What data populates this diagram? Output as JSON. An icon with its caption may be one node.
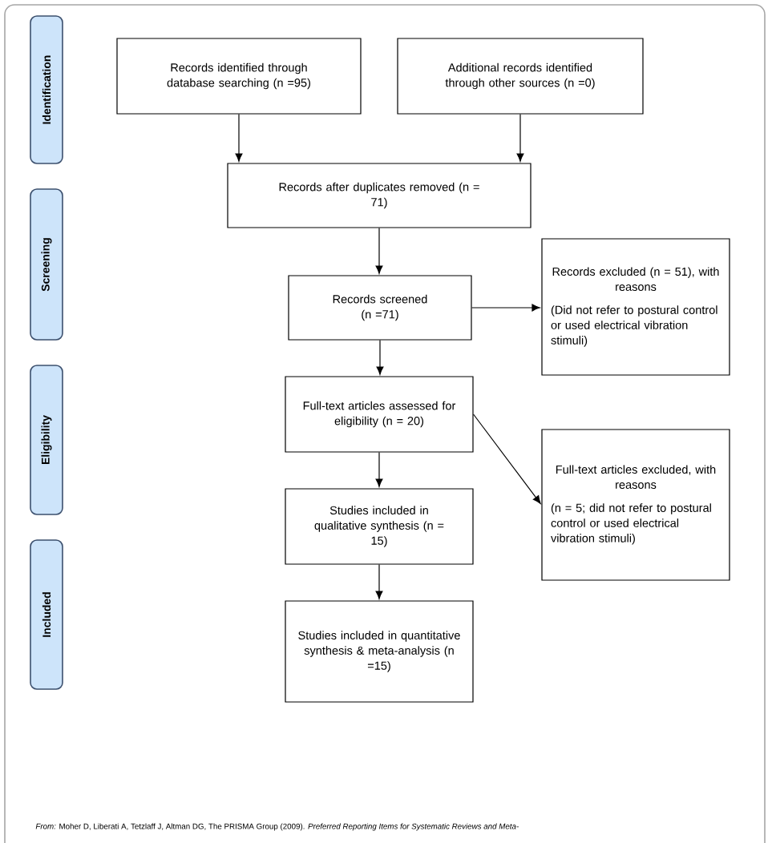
{
  "diagram": {
    "nodes": [
      {
        "text": [
          "Identification"
        ]
      },
      {
        "text": [
          "Screening"
        ]
      },
      {
        "text": [
          "Eligibility"
        ]
      },
      {
        "text": [
          "Included"
        ]
      },
      {
        "text": [
          "Records identified through database searching (n =95)"
        ]
      },
      {
        "text": [
          "Additional records identified through other sources (n =0)"
        ]
      },
      {
        "text": [
          "Records after duplicates removed (n = 71)"
        ]
      },
      {
        "text": [
          "Records screened (n =71)"
        ]
      },
      {
        "text": [
          "Records excluded (n = 51), with reasons",
          "(Did not refer to postural control or used electrical vibration stimuli)"
        ]
      },
      {
        "text": [
          "Full-text articles assessed for eligibility (n = 20)"
        ]
      },
      {
        "text": [
          "Full-text articles excluded, with reasons",
          "(n = 5; did not refer to postural control or used electrical vibration stimuli)"
        ]
      },
      {
        "text": [
          "Studies included in qualitative synthesis (n = 15)"
        ]
      },
      {
        "text": [
          "Studies included in quantitative synthesis & meta-analysis (n =15)"
        ]
      }
    ],
    "edges": [
      {
        "from": 4,
        "to": 6,
        "arrow": "to"
      },
      {
        "from": 5,
        "to": 6,
        "arrow": "to"
      },
      {
        "from": 6,
        "to": 7,
        "arrow": "to"
      },
      {
        "from": 7,
        "to": 8,
        "arrow": "to"
      },
      {
        "from": 7,
        "to": 9,
        "arrow": "to"
      },
      {
        "from": 9,
        "to": 10,
        "arrow": "to"
      },
      {
        "from": 9,
        "to": 11,
        "arrow": "to"
      },
      {
        "from": 11,
        "to": 12,
        "arrow": "to"
      }
    ],
    "labels": [
      "*From:*  Moher D, Liberati A, Tetzlaff J, Altman DG, The PRISMA Group (2009). *Preferred Reporting Items for Systematic Reviews and Meta-*"
    ]
  }
}
